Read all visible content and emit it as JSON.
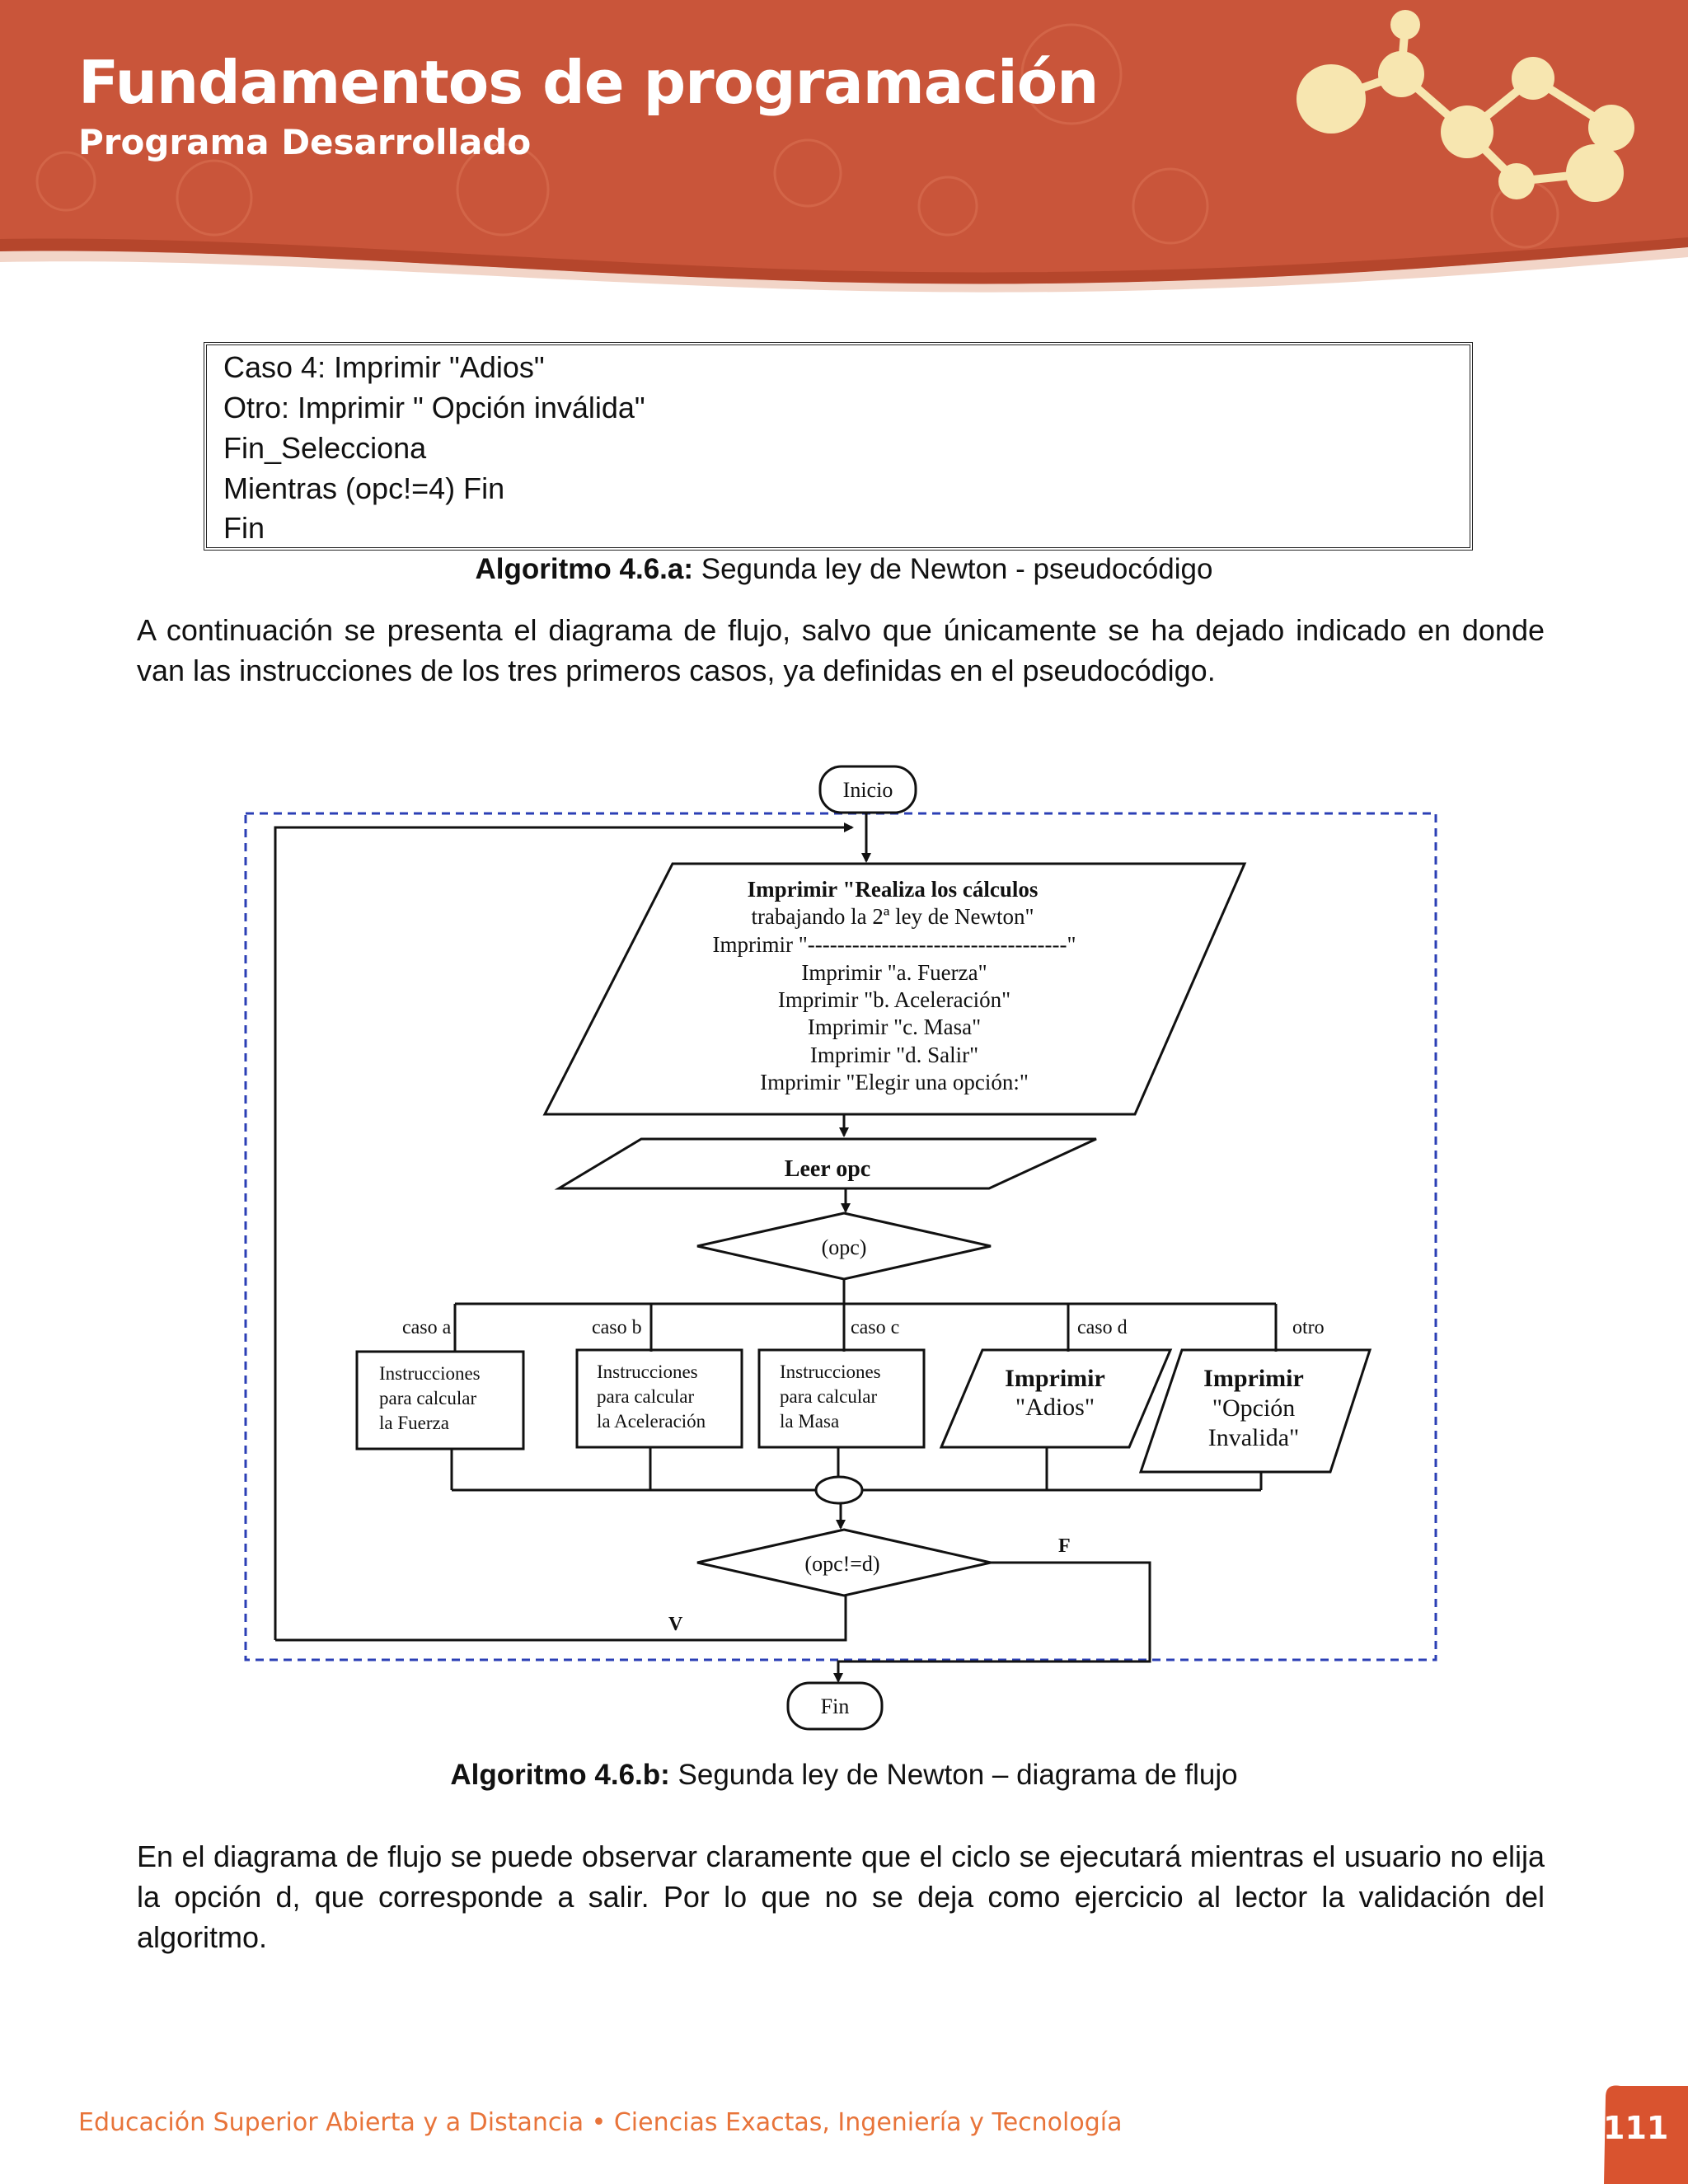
{
  "header": {
    "title": "Fundamentos de programación",
    "subtitle": "Programa Desarrollado",
    "colors": {
      "banner": "#c9553a",
      "banner_dark": "#b5462c",
      "molecule": "#f7e6b0"
    }
  },
  "pseudocode": {
    "lines": [
      " Caso 4: Imprimir \"Adios\"",
      "Otro: Imprimir \" Opción inválida\"",
      "Fin_Selecciona",
      "Mientras (opc!=4) Fin",
      " Fin"
    ]
  },
  "caption_a": {
    "label": "Algoritmo 4.6.a:",
    "text": " Segunda ley de Newton - pseudocódigo"
  },
  "intro_paragraph": "A continuación se presenta el diagrama de flujo, salvo que únicamente se ha dejado indicado en donde van las instrucciones de los tres primeros casos, ya definidas en el pseudocódigo.",
  "flowchart": {
    "start": "Inicio",
    "print_block": [
      "Imprimir \"Realiza los cálculos",
      "trabajando la 2ª ley de Newton\"",
      "Imprimir \"-----------------------------------\"",
      "Imprimir \"a. Fuerza\"",
      "Imprimir \"b. Aceleración\"",
      "Imprimir \"c. Masa\"",
      "Imprimir \"d. Salir\"",
      "Imprimir \"Elegir una opción:\""
    ],
    "read": "Leer opc",
    "switch": "(opc)",
    "cases": {
      "a": {
        "label": "caso a",
        "lines": [
          "Instrucciones",
          "para calcular",
          "la Fuerza"
        ]
      },
      "b": {
        "label": "caso b",
        "lines": [
          "Instrucciones",
          "para calcular",
          "la Aceleración"
        ]
      },
      "c": {
        "label": "caso c",
        "lines": [
          "Instrucciones",
          "para calcular",
          "la Masa"
        ]
      },
      "d": {
        "label": "caso d",
        "lines": [
          "Imprimir",
          "\"Adios\""
        ]
      },
      "other": {
        "label": "otro",
        "lines": [
          "Imprimir",
          "\"Opción",
          "Invalida\""
        ]
      }
    },
    "condition": "(opc!=d)",
    "true_label": "V",
    "false_label": "F",
    "end": "Fin",
    "loop_border_color": "#2b3fb5"
  },
  "caption_b": {
    "label": "Algoritmo 4.6.b:",
    "text": " Segunda ley de Newton – diagrama de flujo"
  },
  "closing_paragraph": "En el diagrama de flujo se puede observar claramente que el ciclo se ejecutará mientras el usuario no elija la opción d, que corresponde a salir. Por lo que no se deja como ejercicio al lector la validación del algoritmo.",
  "footer": {
    "text": "Educación Superior Abierta y a Distancia • Ciencias Exactas, Ingeniería y Tecnología",
    "page_number": "111",
    "color": "#e8743a"
  }
}
